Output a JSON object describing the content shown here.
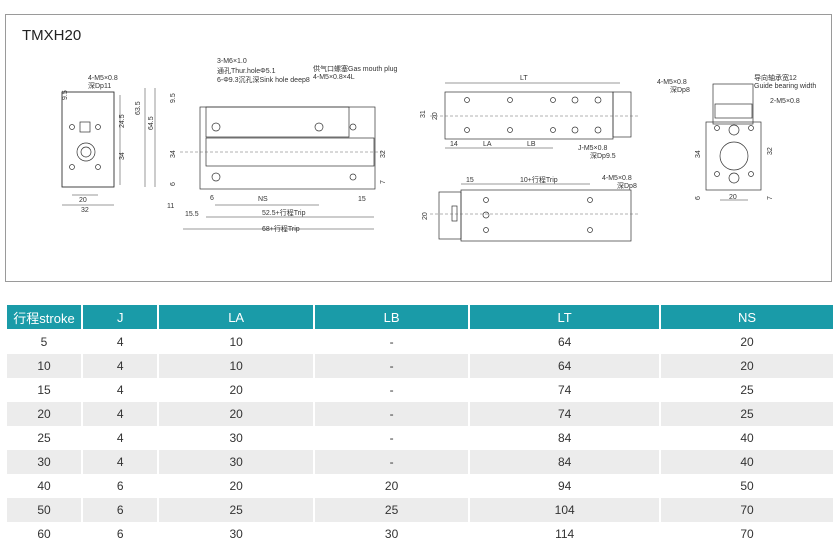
{
  "title": "TMXH20",
  "drawing": {
    "front": {
      "a": "4-M5×0.8",
      "b": "深Dp11",
      "d1": "9.5",
      "d2": "24.5",
      "d3": "63.5",
      "d4": "64.5",
      "d5": "34",
      "d6": "20",
      "d7": "32"
    },
    "side": {
      "n1": "3-M6×1.0",
      "n2": "通孔Thur.holeΦ5.1",
      "n3": "6-Φ9.3沉孔深Sink hole deep8",
      "n4": "供气口螺塞Gas mouth plug",
      "n5": "4-M5×0.8×4L",
      "d1": "9.5",
      "d2": "34",
      "d3": "6",
      "d4": "11",
      "d5": "15.5",
      "d6": "6",
      "d7": "NS",
      "d8": "15",
      "d9": "52.5+行程Trip",
      "d10": "68+行程Trip",
      "d11": "32",
      "d12": "7"
    },
    "top": {
      "lt": "LT",
      "d31": "31",
      "d20": "20",
      "d14": "14",
      "la": "LA",
      "lb": "LB",
      "j": "J-M5×0.8",
      "jd": "深Dp9.5"
    },
    "bottom": {
      "d15": "15",
      "trip": "10+行程Trip",
      "h": "4-M5×0.8",
      "hd": "深Dp8",
      "d20": "20"
    },
    "end": {
      "h1": "4-M5×0.8",
      "h1d": "深Dp8",
      "g1": "导向轴承宽12",
      "g2": "Guide bearing width",
      "h2": "2-M5×0.8",
      "d34": "34",
      "d32": "32",
      "d6": "6",
      "d20": "20",
      "d7": "7"
    }
  },
  "table": {
    "headers": [
      "行程stroke",
      "J",
      "LA",
      "LB",
      "LT",
      "NS"
    ],
    "rows": [
      [
        "5",
        "4",
        "10",
        "-",
        "64",
        "20"
      ],
      [
        "10",
        "4",
        "10",
        "-",
        "64",
        "20"
      ],
      [
        "15",
        "4",
        "20",
        "-",
        "74",
        "25"
      ],
      [
        "20",
        "4",
        "20",
        "-",
        "74",
        "25"
      ],
      [
        "25",
        "4",
        "30",
        "-",
        "84",
        "40"
      ],
      [
        "30",
        "4",
        "30",
        "-",
        "84",
        "40"
      ],
      [
        "40",
        "6",
        "20",
        "20",
        "94",
        "50"
      ],
      [
        "50",
        "6",
        "25",
        "25",
        "104",
        "70"
      ],
      [
        "60",
        "6",
        "30",
        "30",
        "114",
        "70"
      ]
    ]
  }
}
